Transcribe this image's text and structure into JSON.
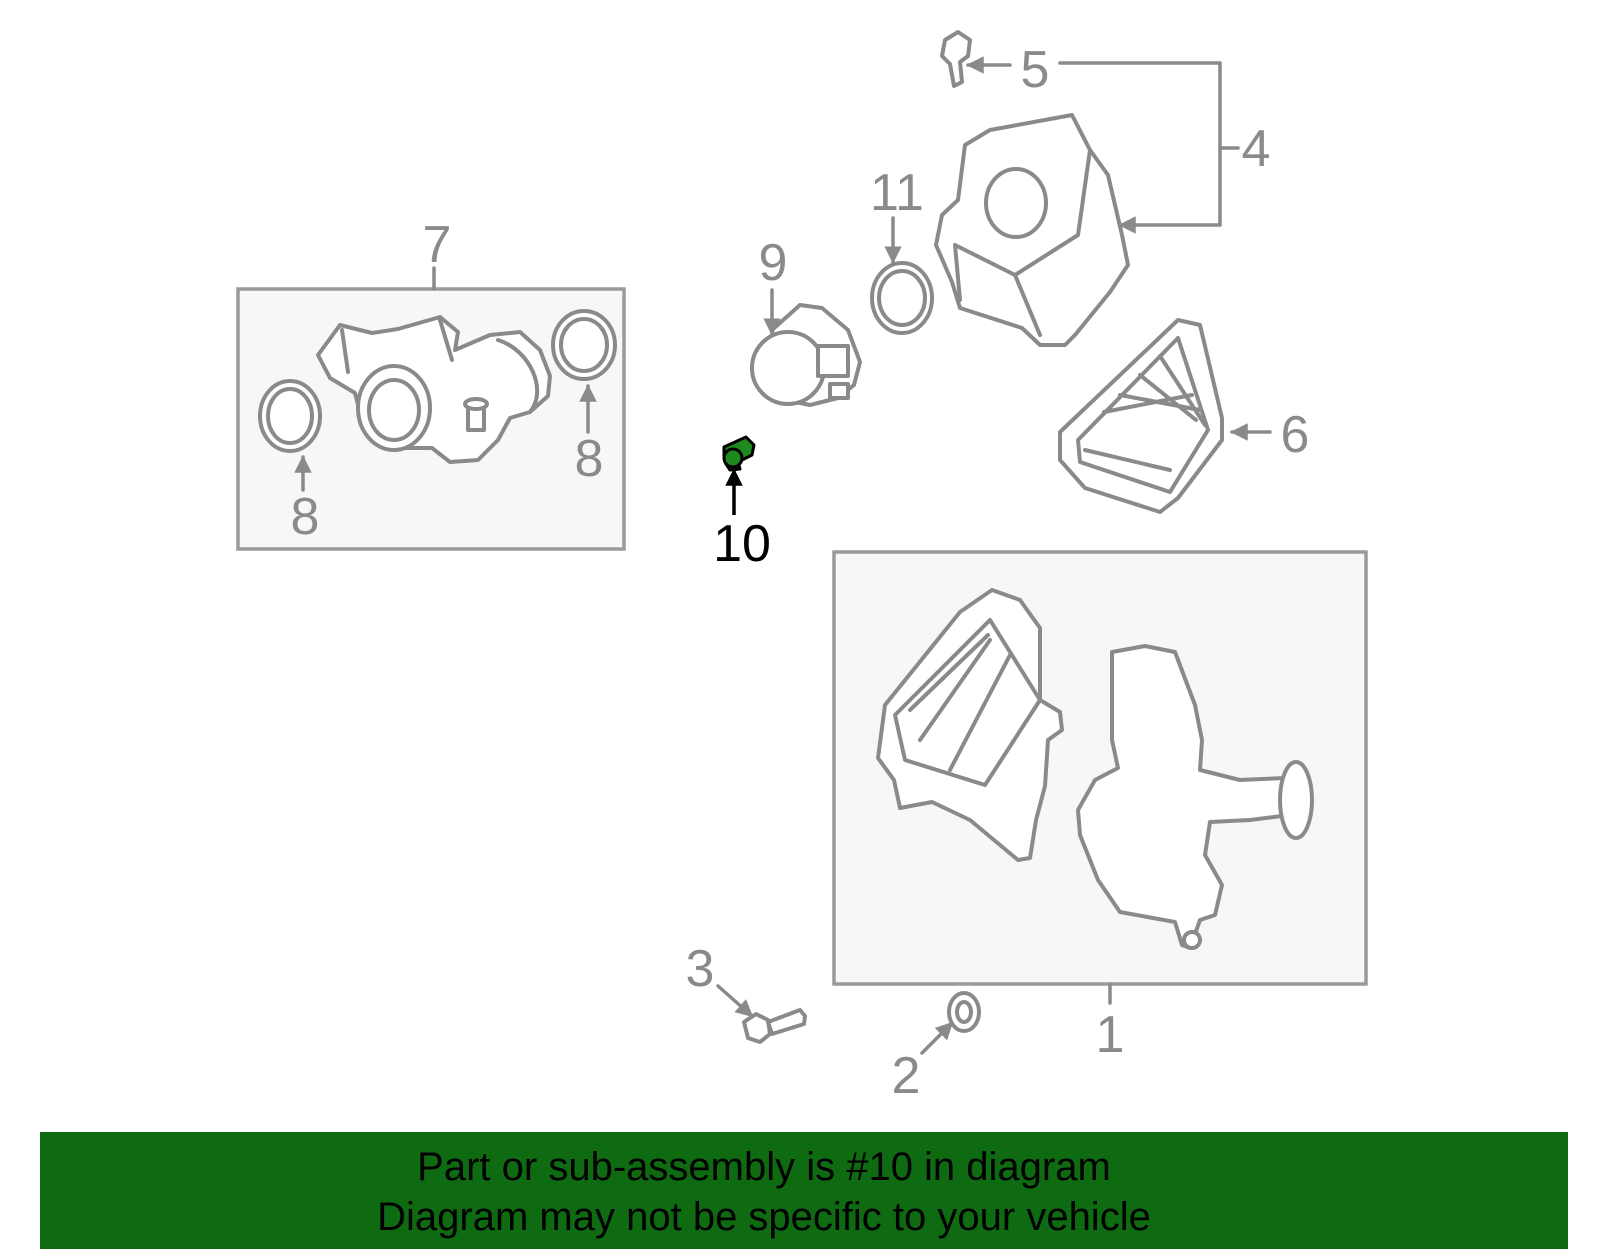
{
  "callouts": {
    "c1": "1",
    "c2": "2",
    "c3": "3",
    "c4": "4",
    "c5": "5",
    "c6": "6",
    "c7": "7",
    "c8a": "8",
    "c8b": "8",
    "c9": "9",
    "c10": "10",
    "c11": "11"
  },
  "highlight_part": "10",
  "colors": {
    "highlight_part": "#1e8a1e",
    "banner_background": "#0f6b12",
    "line_art": "#8a8a8a"
  },
  "banner": {
    "line1": "Part or sub-assembly is #10 in diagram",
    "line2": "Diagram may not be specific to your vehicle"
  }
}
